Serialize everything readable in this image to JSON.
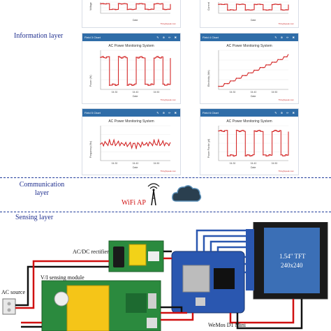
{
  "layers": {
    "information": "Information layer",
    "communication": "Communication\nlayer",
    "sensing": "Sensing layer"
  },
  "panels": [
    {
      "id": "p1",
      "header": "",
      "title": "",
      "ylabel": "Voltage",
      "xlabel": "Date",
      "credit": "ThingSpeak.com",
      "chart_data": {
        "type": "line",
        "shape": "square",
        "lo": 0.35,
        "hi": 0.85
      }
    },
    {
      "id": "p2",
      "header": "",
      "title": "",
      "ylabel": "Current",
      "xlabel": "Date",
      "credit": "ThingSpeak.com",
      "chart_data": {
        "type": "line",
        "shape": "square",
        "lo": 0.3,
        "hi": 0.8
      }
    },
    {
      "id": "p3",
      "header": "Field 3 Chart",
      "title": "AC Power Monitoring System",
      "ylabel": "Power (W)",
      "xlabel": "Date",
      "ticks": [
        "04:30",
        "04:40",
        "04:50"
      ],
      "credit": "ThingSpeak.com",
      "chart_data": {
        "type": "line",
        "shape": "square",
        "lo": 0.12,
        "hi": 0.82
      }
    },
    {
      "id": "p4",
      "header": "Field 4 Chart",
      "title": "AC Power Monitoring System",
      "ylabel": "Electricity (Wh)",
      "xlabel": "Date",
      "ticks": [
        "04:30",
        "04:40",
        "04:50"
      ],
      "credit": "ThingSpeak.com",
      "chart_data": {
        "type": "line",
        "shape": "ramp",
        "lo": 0.08,
        "hi": 0.9
      }
    },
    {
      "id": "p5",
      "header": "Field 5 Chart",
      "title": "AC Power Monitoring System",
      "ylabel": "Frequency (Hz)",
      "xlabel": "Date",
      "ticks": [
        "04:30",
        "04:40",
        "04:50"
      ],
      "credit": "ThingSpeak.com",
      "chart_data": {
        "type": "line",
        "shape": "noisy",
        "lo": 0.35,
        "hi": 0.6
      }
    },
    {
      "id": "p6",
      "header": "Field 6 Chart",
      "title": "AC Power Monitoring System",
      "ylabel": "Power Factor (pf)",
      "xlabel": "Date",
      "ticks": [
        "04:30",
        "04:40",
        "04:50"
      ],
      "credit": "ThingSpeak.com",
      "chart_data": {
        "type": "line",
        "shape": "square",
        "lo": 0.15,
        "hi": 0.85
      }
    }
  ],
  "communication": {
    "wifi_label": "WiFi AP"
  },
  "hardware": {
    "rectifier": "AC/DC rectifier",
    "vi_module": "V/I sensing module",
    "ac_source": "AC source",
    "tft_line1": "1.54\" TFT",
    "tft_line2": "240x240",
    "wemos": "WeMos D1 Mini"
  },
  "colors": {
    "line": "#d42a2a",
    "accent": "#1f2f8f",
    "header": "#2f6da8"
  }
}
